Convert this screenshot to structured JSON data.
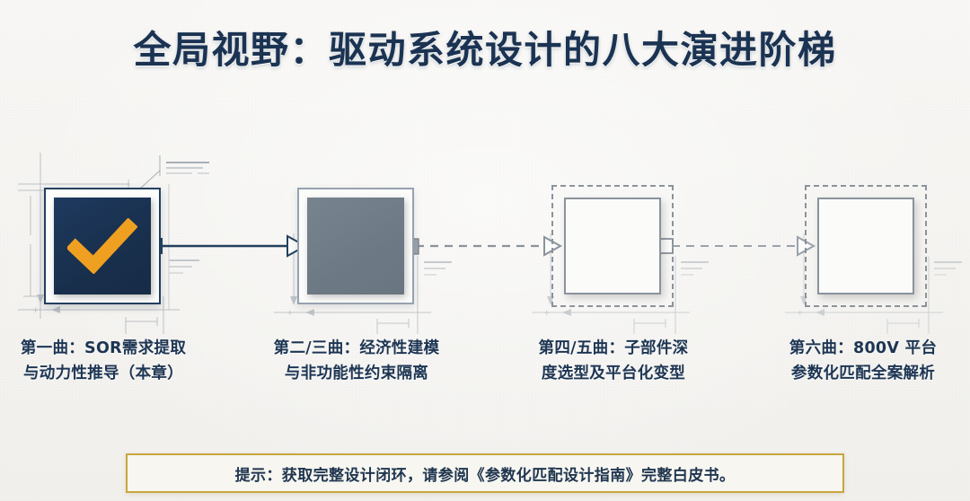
{
  "page": {
    "title": "全局视野：驱动系统设计的八大演进阶梯",
    "background_color": "#f6f5f2",
    "title_color": "#1b3352"
  },
  "diagram": {
    "type": "stage-progression-flow",
    "accent_navy": "#1e3a5f",
    "accent_amber": "#f0a020",
    "muted_gray": "#6d7985",
    "nodes": [
      {
        "id": "stage-1",
        "state": "completed",
        "icon": "check-icon",
        "fill": "#1e3a5f",
        "icon_color": "#f0a020",
        "caption_line1": "第一曲：SOR需求提取",
        "caption_line2": "与动力性推导（本章）"
      },
      {
        "id": "stage-2-3",
        "state": "active",
        "icon": "filled-square-icon",
        "fill": "#6d7985",
        "icon_color": "#6d7985",
        "caption_line1": "第二/三曲：经济性建模",
        "caption_line2": "与非功能性约束隔离"
      },
      {
        "id": "stage-4-5",
        "state": "pending",
        "icon": "empty-square-icon",
        "fill": "#fbfbfa",
        "icon_color": "#8a939c",
        "caption_line1": "第四/五曲：子部件深",
        "caption_line2": "度选型及平台化变型"
      },
      {
        "id": "stage-6",
        "state": "pending",
        "icon": "empty-square-icon",
        "fill": "#fbfbfa",
        "icon_color": "#8a939c",
        "caption_line1": "第六曲：800V 平台",
        "caption_line2": "参数化匹配全案解析"
      }
    ],
    "connectors": [
      {
        "id": "connector-1-2",
        "style": "solid",
        "color": "#23405f",
        "start_marker": "filled-square",
        "end_marker": "outlined-arrow"
      },
      {
        "id": "connector-2-3",
        "style": "dashed",
        "color": "#8a939c",
        "start_marker": "filled-square",
        "end_marker": "outlined-arrow"
      },
      {
        "id": "connector-3-4",
        "style": "dashed",
        "color": "#9aa2ab",
        "start_marker": "hollow-square",
        "end_marker": "outlined-arrow"
      }
    ]
  },
  "footer_note": {
    "text": "提示：获取完整设计闭环，请参阅《参数化匹配设计指南》完整白皮书。",
    "border_color": "#c8a63f",
    "background_color": "#f7f6f1",
    "text_color": "#20364f"
  }
}
